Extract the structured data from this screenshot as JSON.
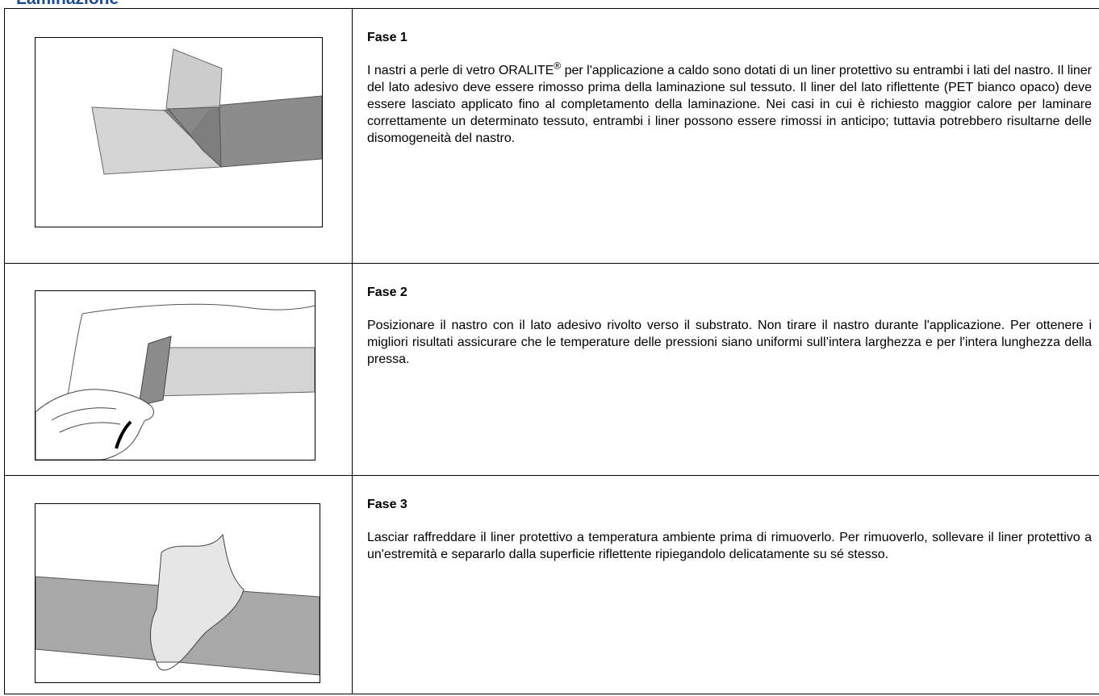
{
  "section": {
    "heading": "Laminazione"
  },
  "steps": [
    {
      "title": "Fase 1",
      "body_before": "I nastri a perle di vetro ORALITE",
      "body_sup": "®",
      "body_after": " per l'applicazione a caldo sono dotati di un liner protettivo su entrambi i lati del nastro. Il liner del lato adesivo deve essere rimosso prima della laminazione sul tessuto. Il liner del lato riflettente (PET bianco opaco) deve essere lasciato applicato fino al completamento della laminazione. Nei casi in cui è richiesto maggior calore per laminare correttamente un determinato tessuto, entrambi i liner possono essere rimossi in anticipo; tuttavia potrebbero risultarne delle disomogeneità del nastro."
    },
    {
      "title": "Fase 2",
      "body": "Posizionare il nastro con il lato adesivo rivolto verso il substrato. Non tirare il nastro durante l'applicazione. Per ottenere i migliori risultati assicurare che le temperature delle pressioni siano uniformi sull’intera larghezza e per l'intera lunghezza della pressa."
    },
    {
      "title": "Fase 3",
      "body": "Lasciar raffreddare il liner protettivo a temperatura ambiente prima di rimuoverlo. Per rimuoverlo, sollevare il liner protettivo a un'estremità e separarlo dalla superficie riflettente ripiegandolo delicatamente su sé stesso."
    }
  ],
  "colors": {
    "heading": "#1f4e8c",
    "tape_dark": "#8c8c8c",
    "tape_light": "#d4d4d4",
    "liner": "#e6e6e6"
  }
}
